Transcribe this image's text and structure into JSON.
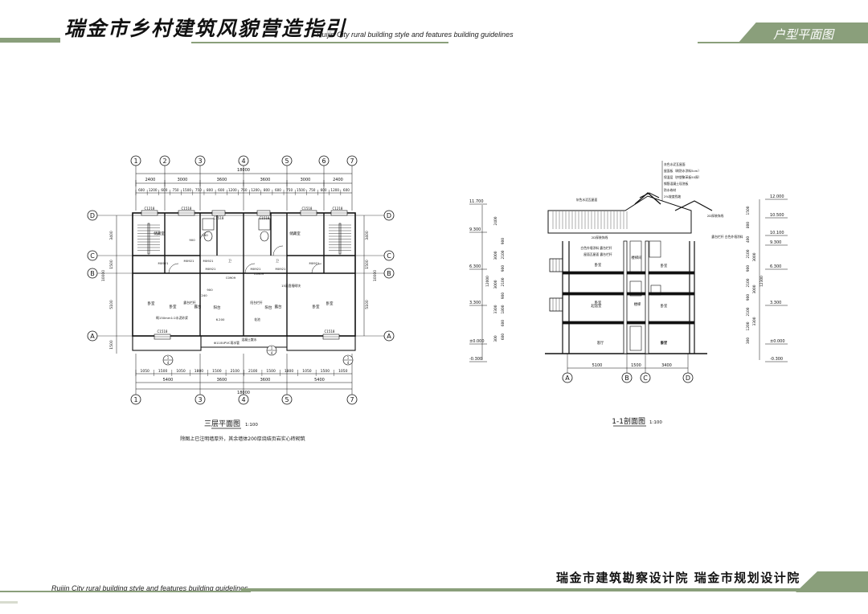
{
  "header": {
    "title": "瑞金市乡村建筑风貌营造指引",
    "subtitle": "Ruijin City rural building style and features building guidelines",
    "section": "户型平面图"
  },
  "plan": {
    "axes_top": [
      "1",
      "2",
      "3",
      "4",
      "5",
      "6",
      "7"
    ],
    "axes_bottom": [
      "1",
      "3",
      "4",
      "5",
      "7"
    ],
    "axes_side": [
      "D",
      "C",
      "B",
      "A"
    ],
    "total_width": "18000",
    "dims_top_l1": [
      "2400",
      "3000",
      "3600",
      "3600",
      "3000",
      "2400"
    ],
    "dims_top_l2": [
      "600",
      "1200",
      "600",
      "750",
      "1500",
      "750",
      "800",
      "600",
      "1200",
      "760",
      "1200",
      "800",
      "600",
      "750",
      "1500",
      "750",
      "600",
      "1200",
      "600"
    ],
    "dims_bottom_l1": [
      "1050",
      "1500",
      "1050",
      "1800",
      "1500",
      "2100",
      "2100",
      "1500",
      "1800",
      "1050",
      "1500",
      "1050"
    ],
    "dims_bottom_l2": [
      "5400",
      "3600",
      "3600",
      "5400"
    ],
    "dims_left": [
      "3400",
      "1500",
      "5100",
      "1500"
    ],
    "dims_left_total": "10000",
    "dims_right": [
      "3400",
      "1500",
      "5100"
    ],
    "dims_right_total": "10000",
    "room_labels": [
      "储藏室",
      "储藏室",
      "卧室",
      "卧室",
      "露台",
      "露台",
      "卧室",
      "卧室",
      "阳台",
      "阳台"
    ],
    "window_labels": [
      "C1218",
      "C1518",
      "C1518",
      "C1518",
      "C1518",
      "C1218",
      "C1518",
      "C1518"
    ],
    "door_labels": [
      "M0921",
      "M0921",
      "M0921",
      "M0921",
      "M0921",
      "C0909",
      "C0909",
      "M0921",
      "M0921"
    ],
    "misc_labels": [
      "900",
      "240",
      "900",
      "240",
      "卫",
      "卫",
      "6.200",
      "露台栏杆",
      "阳台栏杆",
      "花池",
      "砌150mm1:2水泥砂浆",
      "Φ110UPVC雨水管",
      "15高靠墙砌块",
      "混凝土散水"
    ],
    "section_marks": [
      "1",
      "4",
      "1",
      "4"
    ],
    "title": "三层平面图",
    "scale": "1:100",
    "note": "除图上已注明墙厚外，其余墙体200厚烧结页岩实心砖砌筑"
  },
  "section": {
    "elev_left": [
      "11.700",
      "9.300",
      "6.300",
      "3.300",
      "±0.000",
      "-0.300"
    ],
    "elev_right": [
      "12.000",
      "10.500",
      "10.100",
      "9.300",
      "6.300",
      "3.300",
      "±0.000",
      "-0.300"
    ],
    "dims_left": [
      "2400",
      "3000",
      "3000",
      "3300",
      "300"
    ],
    "dims_left_inner": [
      "900",
      "2100",
      "900",
      "2100",
      "900",
      "1800",
      "600",
      "600"
    ],
    "dims_left_total": "12000",
    "dims_right": [
      "1500",
      "800",
      "400",
      "2100",
      "900",
      "2100",
      "900",
      "2100",
      "1200",
      "300"
    ],
    "dims_right_l2": [
      "3000",
      "3000",
      "3300"
    ],
    "dims_right_total": "12300",
    "axes": [
      "A",
      "B",
      "C",
      "D"
    ],
    "dims_bottom": [
      "5100",
      "1500",
      "3400"
    ],
    "notes": [
      "灰色水泥瓦屋面",
      "屋面板（刷防水涂料5cm）",
      "保温层（挤塑聚苯板50厚）",
      "钢筋混凝土现浇板",
      "防水卷材",
      "2%坡度找坡"
    ],
    "room_labels": [
      "卧室",
      "楼梯间",
      "卧室",
      "卧室",
      "起居室",
      "客厅",
      "卧室",
      "卧室",
      "楼梯",
      "餐厅"
    ],
    "misc_labels": [
      "灰色水泥瓦屋面",
      "2D厚装饰线",
      "白色外墙涂料 露台栏杆",
      "屋面瓦屋面 露台栏杆",
      "2D厚装饰线",
      "露台栏杆 白色外墙涂料"
    ],
    "title": "1-1剖面图",
    "scale": "1:100"
  },
  "footer": {
    "subtitle": "Ruijin City rural building style and features building guidelines",
    "org": "瑞金市建筑勘察设计院  瑞金市规划设计院"
  }
}
